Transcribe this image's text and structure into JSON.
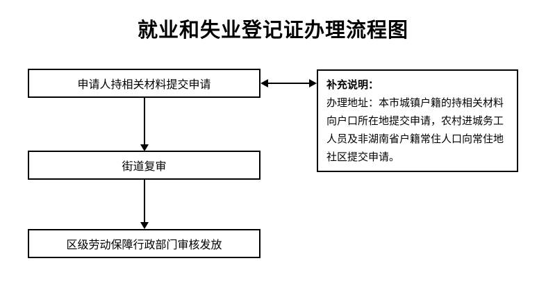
{
  "title": "就业和失业登记证办理流程图",
  "flow": {
    "steps": [
      {
        "label": "申请人持相关材料提交申请"
      },
      {
        "label": "街道复审"
      },
      {
        "label": "区级劳动保障行政部门审核发放"
      }
    ]
  },
  "note": {
    "heading": "补充说明：",
    "body": "办理地址：本市城镇户籍的持相关材料向户口所在地提交申请，农村进城务工人员及非湖南省户籍常住人口向常住地社区提交申请。"
  },
  "colors": {
    "line": "#000000",
    "background": "#ffffff",
    "text": "#000000"
  }
}
